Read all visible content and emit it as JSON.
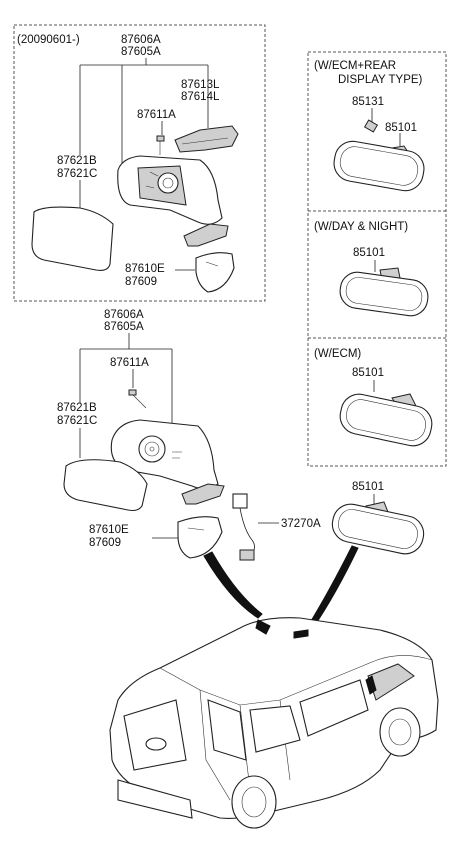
{
  "top_group": {
    "date_label": "(20090601-)",
    "housing_label_1": "87606A",
    "housing_label_2": "87605A",
    "cover_label_1": "87613L",
    "cover_label_2": "87614L",
    "screw_label": "87611A",
    "glass_label_1": "87621B",
    "glass_label_2": "87621C",
    "cap_label_1": "87610E",
    "cap_label_2": "87609"
  },
  "bottom_group": {
    "housing_label_1": "87606A",
    "housing_label_2": "87605A",
    "screw_label": "87611A",
    "glass_label_1": "87621B",
    "glass_label_2": "87621C",
    "cap_label_1": "87610E",
    "cap_label_2": "87609",
    "harness_label": "37270A",
    "inside_mirror_label": "85101"
  },
  "variants": [
    {
      "title_1": "(W/ECM+REAR",
      "title_2": "DISPLAY TYPE)",
      "part_1": "85131",
      "part_2": "85101"
    },
    {
      "title_1": "(W/DAY & NIGHT)",
      "part_1": "85101"
    },
    {
      "title_1": "(W/ECM)",
      "part_1": "85101"
    }
  ]
}
